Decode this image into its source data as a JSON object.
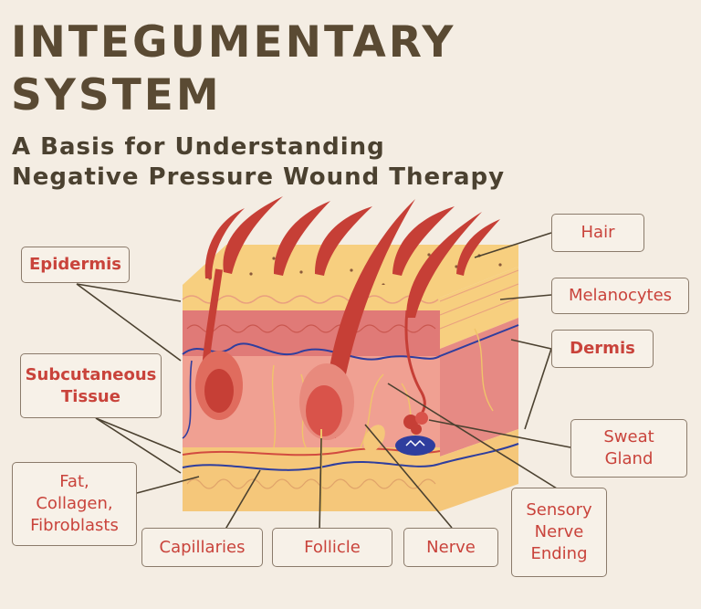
{
  "title_line1": "INTEGUMENTARY",
  "title_line2": "SYSTEM",
  "subtitle_line1": "A Basis for Understanding",
  "subtitle_line2": "Negative Pressure Wound Therapy",
  "labels": {
    "epidermis": "Epidermis",
    "subcutaneous": "Subcutaneous\nTissue",
    "fat": "Fat,\nCollagen,\nFibroblasts",
    "capillaries": "Capillaries",
    "follicle": "Follicle",
    "nerve": "Nerve",
    "sensory": "Sensory\nNerve\nEnding",
    "sweat": "Sweat\nGland",
    "dermis": "Dermis",
    "melanocytes": "Melanocytes",
    "hair": "Hair"
  },
  "colors": {
    "background": "#f4ede3",
    "title": "#5a4a33",
    "label_text": "#c9433b",
    "epidermis": "#f7cf7f",
    "dermis": "#e07a77",
    "subcutaneous": "#f5c77a",
    "hair": "#c63f36",
    "vein": "#2f3e9e"
  }
}
